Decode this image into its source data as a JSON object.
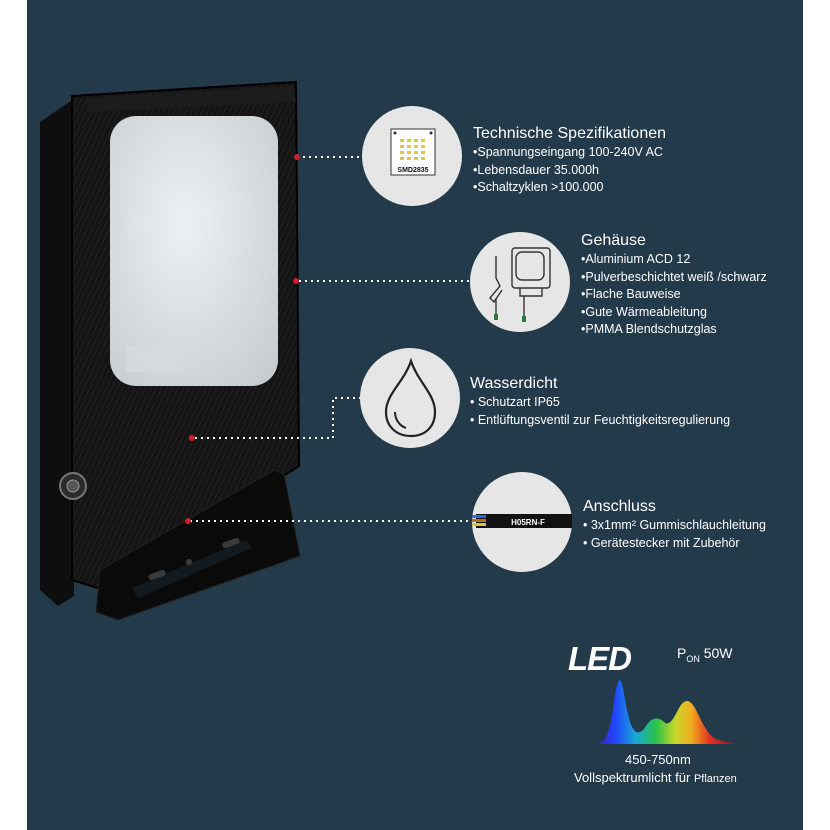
{
  "features": [
    {
      "title": "Technische Spezifikationen",
      "icon": "led-chip-icon",
      "chip_label": "SMD2835",
      "items": [
        "•Spannungseingang 100-240V AC",
        "•Lebensdauer 35.000h",
        "•Schaltzyklen >100.000"
      ]
    },
    {
      "title": "Gehäuse",
      "icon": "floodlight-housing-icon",
      "items": [
        "•Aluminium ACD 12",
        "•Pulverbeschichtet weiß /schwarz",
        "•Flache Bauweise",
        "•Gute Wärmeableitung",
        "•PMMA Blendschutzglas"
      ]
    },
    {
      "title": "Wasserdicht",
      "icon": "water-drop-icon",
      "items": [
        "• Schutzart IP65",
        "• Entlüftungsventil zur Feuchtigkeitsregulierung"
      ]
    },
    {
      "title": "Anschluss",
      "icon": "cable-icon",
      "cable_label": "H05RN-F",
      "items": [
        "• 3x1mm² Gummischlauchleitung",
        "• Gerätestecker mit Zubehör"
      ]
    }
  ],
  "led": {
    "label": "LED",
    "power_symbol": "P",
    "power_subscript": "ON",
    "power_value": "50W",
    "wavelength_range": "450-750nm",
    "spectrum_caption_main": "Vollspektrumlicht für ",
    "spectrum_caption_small": "Pflanzen"
  },
  "colors": {
    "background": "#233a4b",
    "pointer_dot": "#d11f2c",
    "icon_circle": "#e6e6e6",
    "text": "#ffffff"
  }
}
